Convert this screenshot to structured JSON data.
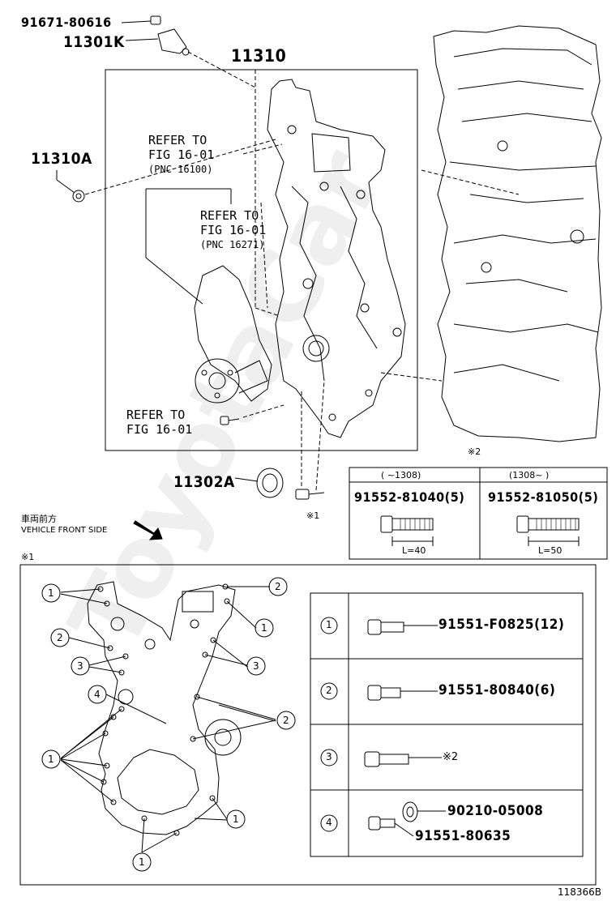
{
  "callouts": {
    "p91671": "91671-80616",
    "p11301k": "11301K",
    "p11310": "11310",
    "p11310a": "11310A",
    "p11302a": "11302A"
  },
  "refer1": {
    "line1": "REFER TO",
    "line2": "FIG 16-01",
    "line3": "(PNC 16100)"
  },
  "refer2": {
    "line1": "REFER TO",
    "line2": "FIG 16-01",
    "line3": "(PNC 16271)"
  },
  "refer3": {
    "line1": "REFER TO",
    "line2": "FIG 16-01"
  },
  "front": {
    "jp": "車両前方",
    "en": "VEHICLE FRONT SIDE"
  },
  "note_mark1": "※1",
  "note_mark2": "※2",
  "bolt_table": {
    "col1_head": "(   ~1308)",
    "col2_head": "(1308~      )",
    "col1_part": "91552-81040(5)",
    "col2_part": "91552-81050(5)",
    "col1_len": "L=40",
    "col2_len": "L=50"
  },
  "legend": [
    {
      "num": "1",
      "part": "91551-F0825(12)"
    },
    {
      "num": "2",
      "part": "91551-80840(6)"
    },
    {
      "num": "3",
      "part": "※2"
    },
    {
      "num": "4",
      "part": "90210-05008",
      "part2": "91551-80635"
    }
  ],
  "bubbles": [
    "1",
    "2",
    "3",
    "4"
  ],
  "figure_id": "118366B",
  "watermark": "ToyotaCar"
}
